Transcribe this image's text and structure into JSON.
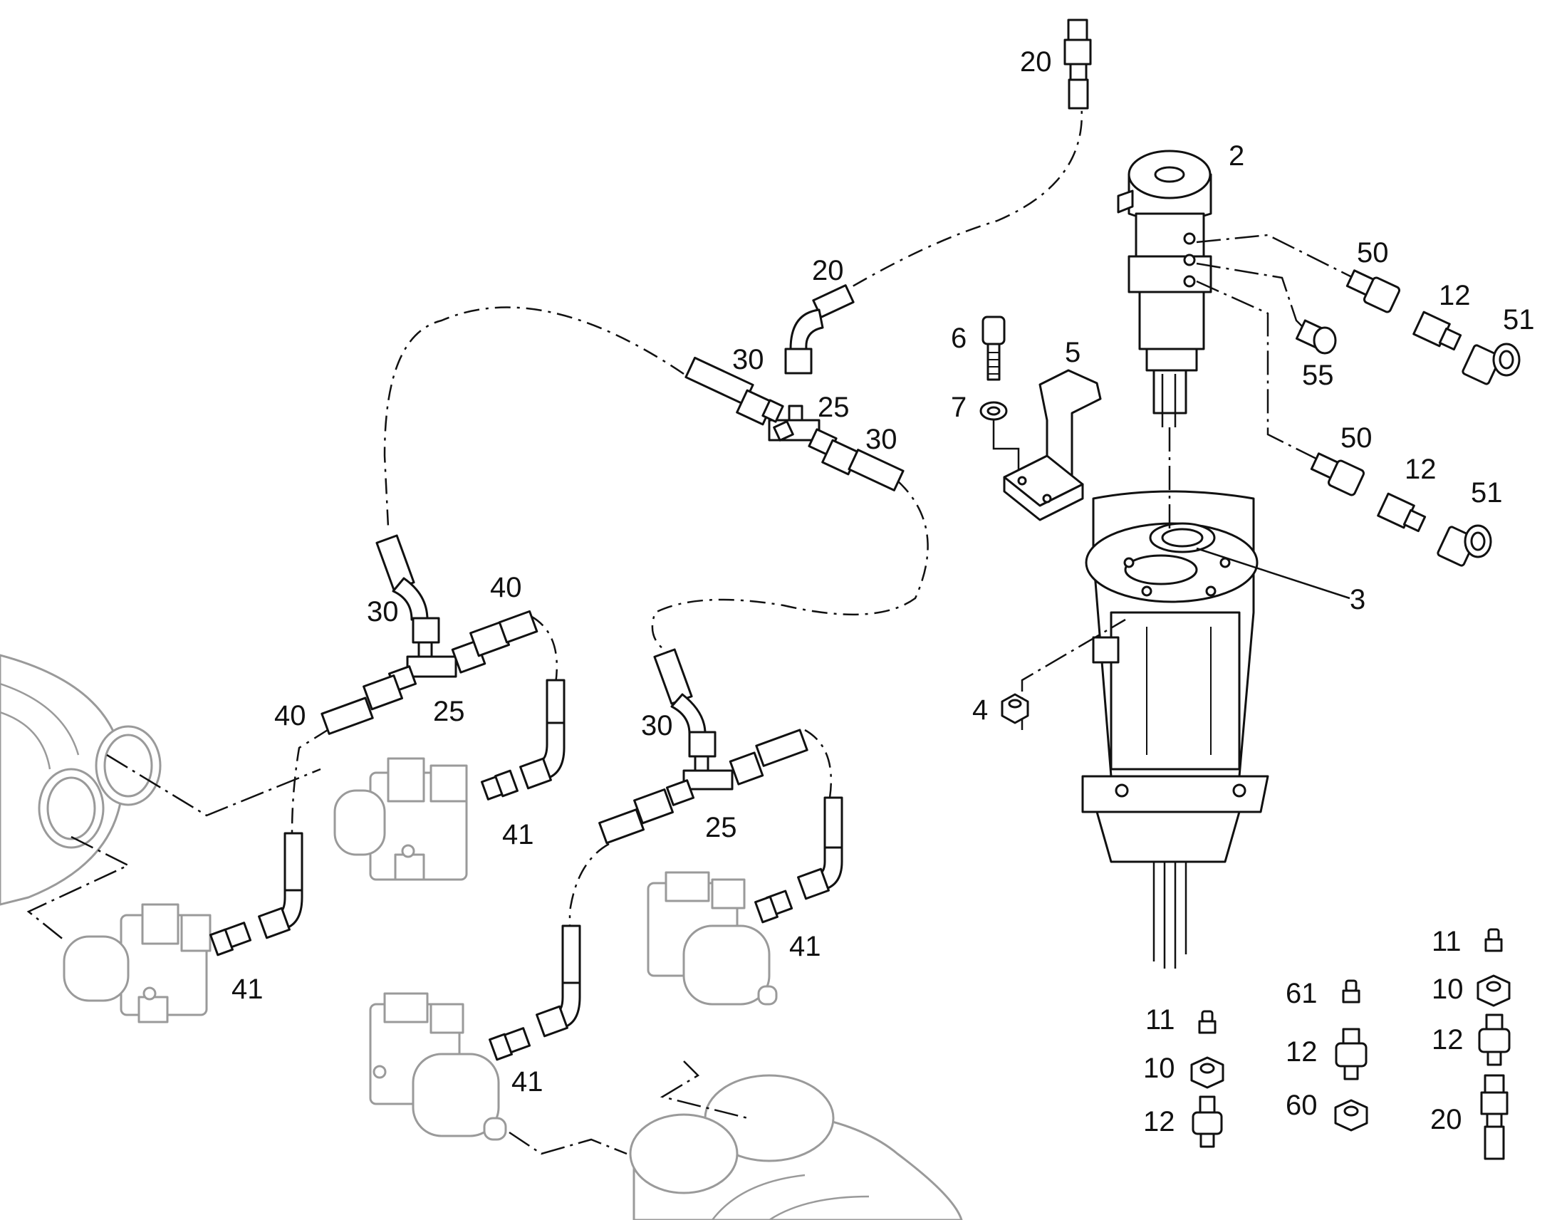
{
  "labels": {
    "l20a": "20",
    "l2": "2",
    "l20b": "20",
    "l50a": "50",
    "l12a": "12",
    "l51a": "51",
    "l6": "6",
    "l5": "5",
    "l55": "55",
    "l30a": "30",
    "l25a": "25",
    "l7": "7",
    "l30b": "30",
    "l50b": "50",
    "l12b": "12",
    "l51b": "51",
    "l3": "3",
    "l40a": "40",
    "l30c": "30",
    "l25b": "25",
    "l40b": "40",
    "l4": "4",
    "l30d": "30",
    "l41a": "41",
    "l25c": "25",
    "l41b": "41",
    "l41c": "41",
    "l41d": "41",
    "l11a": "11",
    "l61": "61",
    "l11b": "11",
    "l10a": "10",
    "l12c": "12",
    "l10b": "10",
    "l12d": "12",
    "l12e": "12",
    "l60": "60",
    "l20c": "20"
  }
}
